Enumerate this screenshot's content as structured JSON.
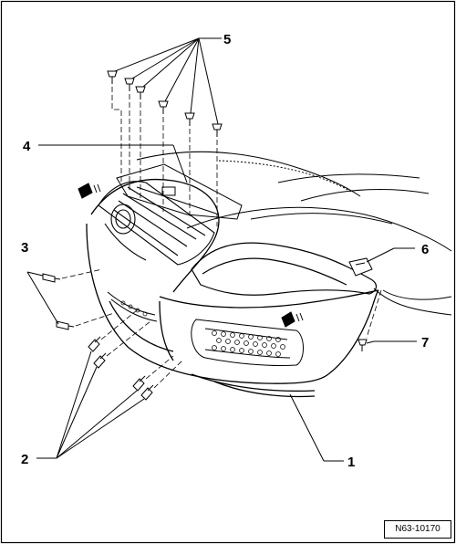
{
  "diagram": {
    "callouts": [
      "1",
      "2",
      "3",
      "4",
      "5",
      "6",
      "7"
    ],
    "reference_number": "N63-10170"
  }
}
